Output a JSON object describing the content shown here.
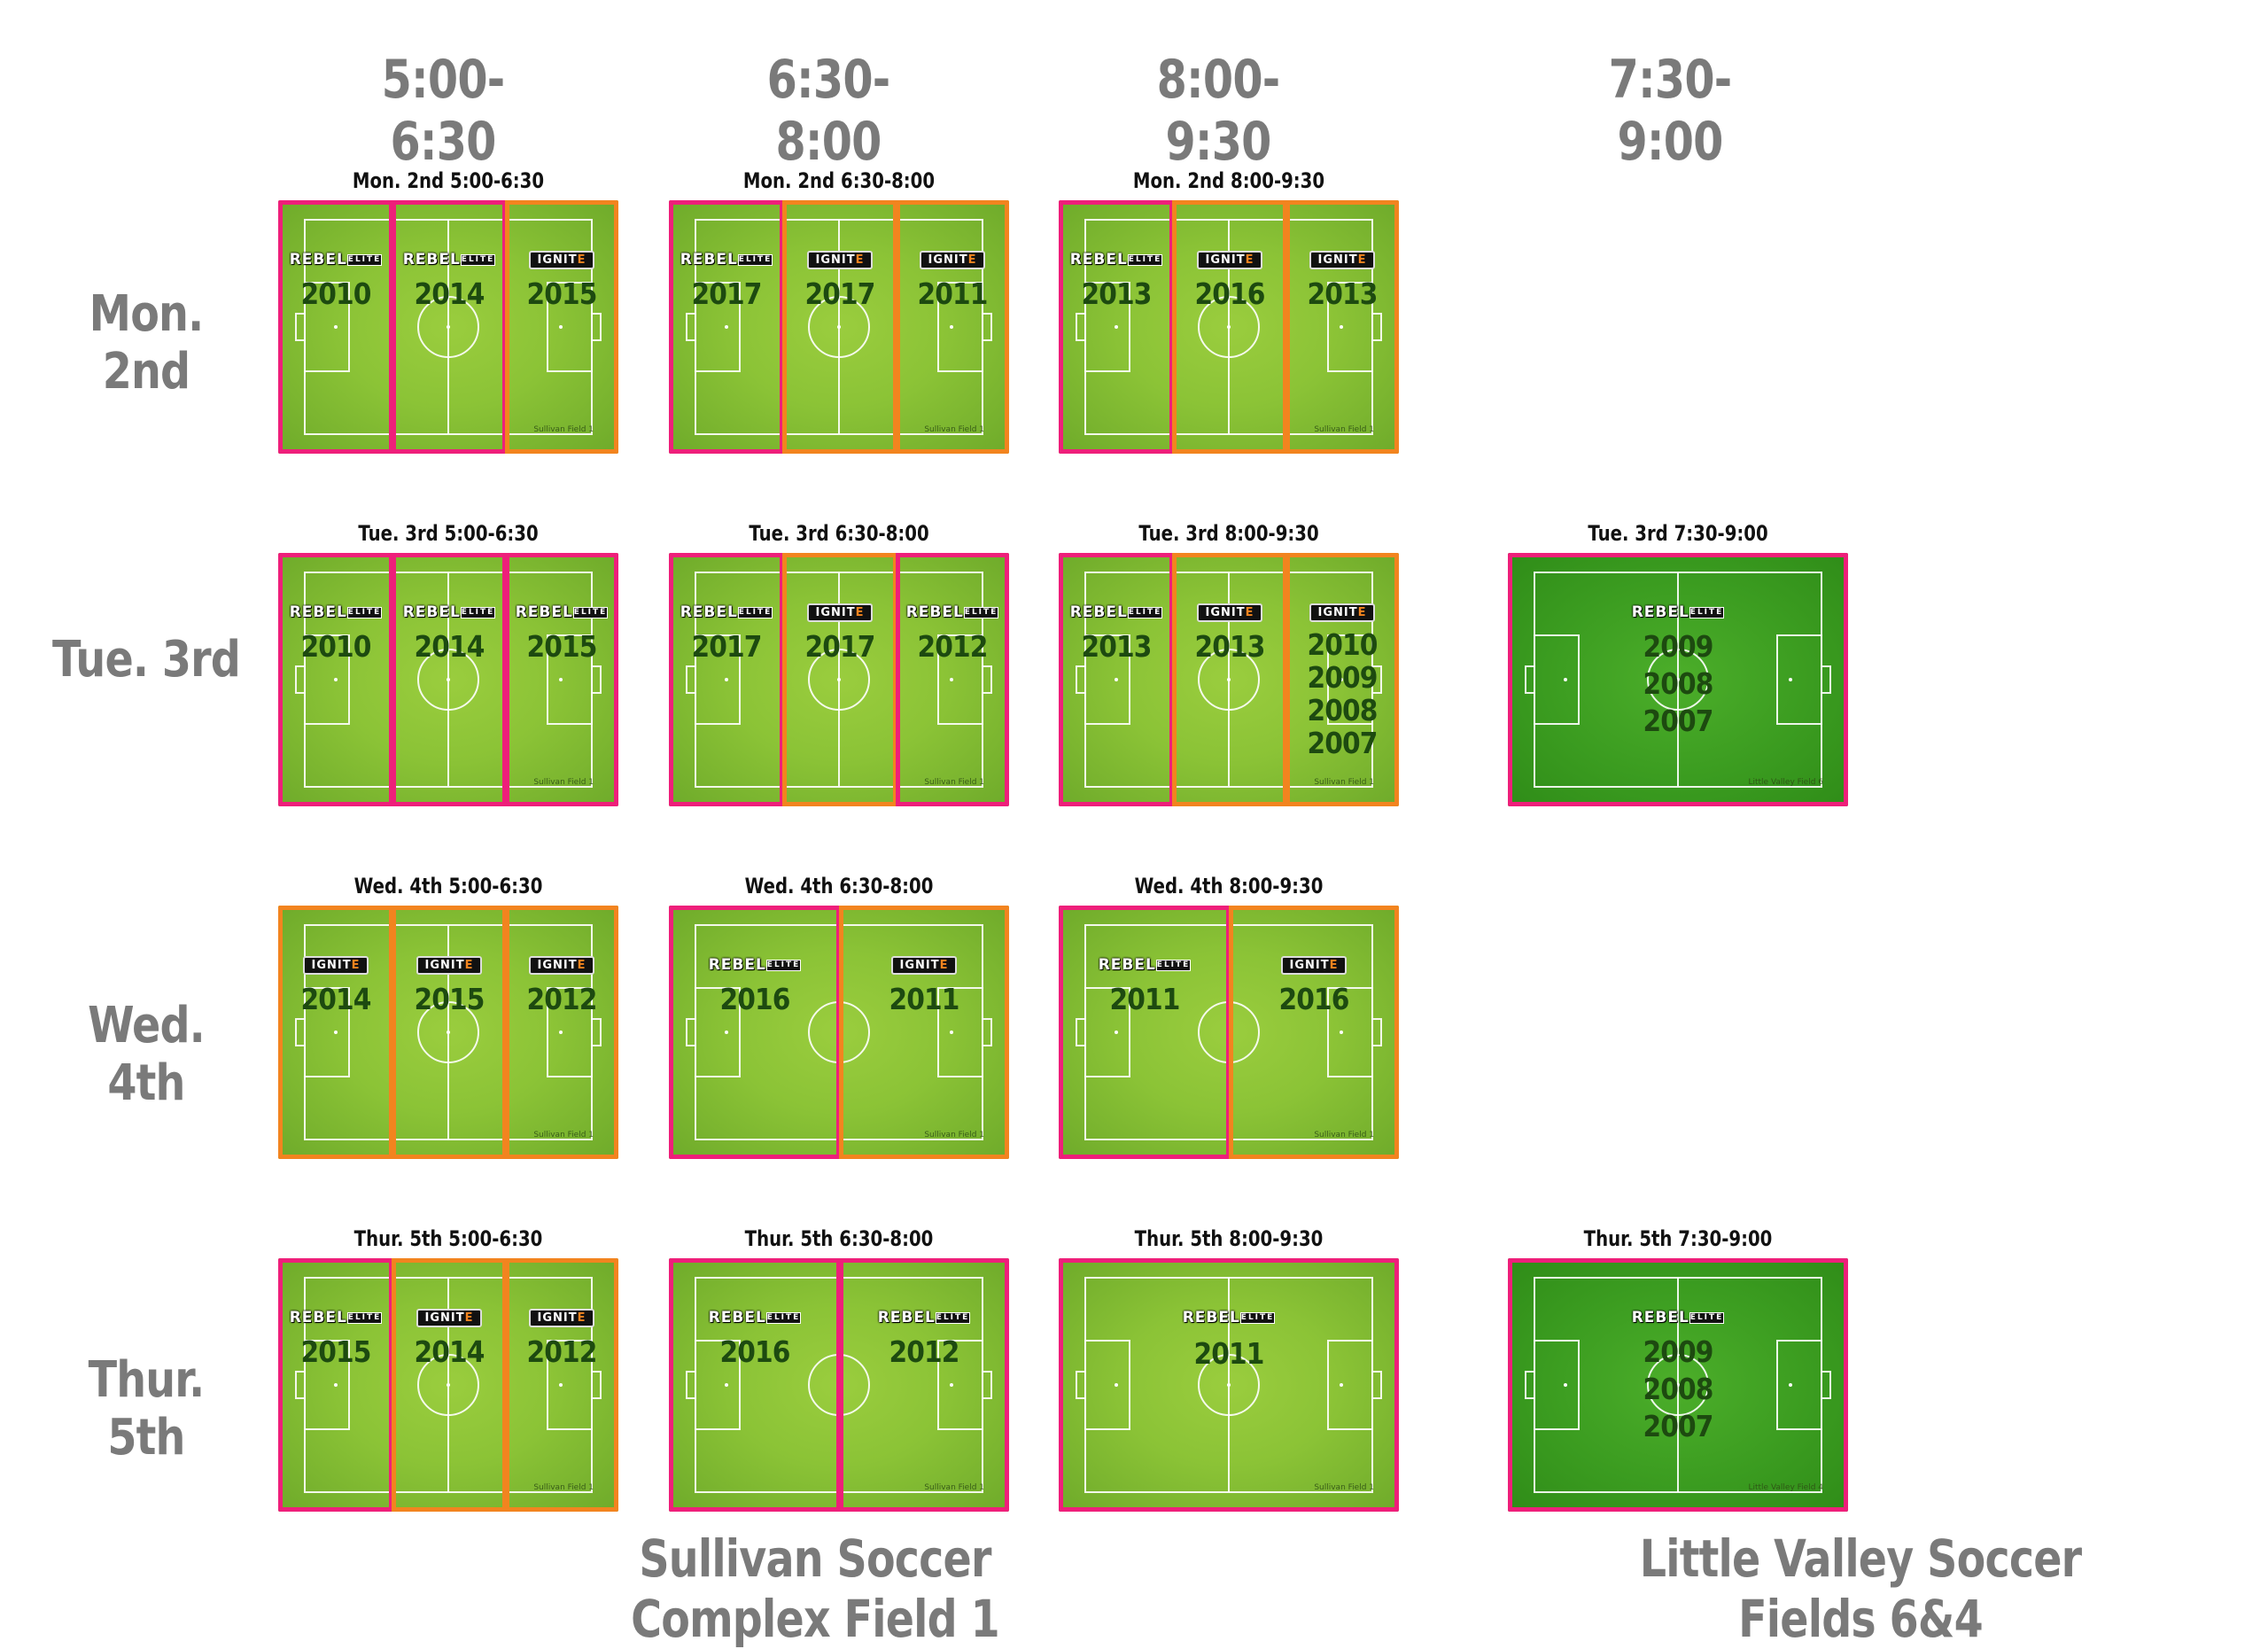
{
  "slot_headers": [
    "5:00-6:30",
    "6:30-8:00",
    "8:00-9:30",
    "7:30-9:00"
  ],
  "days": [
    {
      "label": "Mon. 2nd",
      "cards": [
        {
          "title": "Mon. 2nd 5:00-6:30",
          "field_tag": "Sullivan Field 1",
          "sections": [
            {
              "logo": "rebel",
              "years": [
                "2010"
              ]
            },
            {
              "logo": "rebel",
              "years": [
                "2014"
              ]
            },
            {
              "logo": "ignite",
              "years": [
                "2015"
              ]
            }
          ]
        },
        {
          "title": "Mon. 2nd 6:30-8:00",
          "field_tag": "Sullivan Field 1",
          "sections": [
            {
              "logo": "rebel",
              "years": [
                "2017"
              ]
            },
            {
              "logo": "ignite",
              "years": [
                "2017"
              ]
            },
            {
              "logo": "ignite",
              "years": [
                "2011"
              ]
            }
          ]
        },
        {
          "title": "Mon. 2nd 8:00-9:30",
          "field_tag": "Sullivan Field 1",
          "sections": [
            {
              "logo": "rebel",
              "years": [
                "2013"
              ]
            },
            {
              "logo": "ignite",
              "years": [
                "2016"
              ]
            },
            {
              "logo": "ignite",
              "years": [
                "2013"
              ]
            }
          ]
        }
      ]
    },
    {
      "label": "Tue. 3rd",
      "cards": [
        {
          "title": "Tue. 3rd 5:00-6:30",
          "field_tag": "Sullivan Field 1",
          "sections": [
            {
              "logo": "rebel",
              "years": [
                "2010"
              ]
            },
            {
              "logo": "rebel",
              "years": [
                "2014"
              ]
            },
            {
              "logo": "rebel",
              "years": [
                "2015"
              ]
            }
          ]
        },
        {
          "title": "Tue. 3rd 6:30-8:00",
          "field_tag": "Sullivan Field 1",
          "sections": [
            {
              "logo": "rebel",
              "years": [
                "2017"
              ]
            },
            {
              "logo": "ignite",
              "years": [
                "2017"
              ]
            },
            {
              "logo": "rebel",
              "years": [
                "2012"
              ]
            }
          ]
        },
        {
          "title": "Tue. 3rd 8:00-9:30",
          "field_tag": "Sullivan Field 1",
          "sections": [
            {
              "logo": "rebel",
              "years": [
                "2013"
              ]
            },
            {
              "logo": "ignite",
              "years": [
                "2013"
              ]
            },
            {
              "logo": "ignite",
              "years": [
                "2010",
                "2009",
                "2008",
                "2007"
              ]
            }
          ]
        },
        {
          "title": "Tue. 3rd 7:30-9:00",
          "field_tag": "Little Valley Field 6",
          "sections": [
            {
              "logo": "rebel",
              "years": [
                "2009",
                "2008",
                "2007"
              ]
            }
          ]
        }
      ]
    },
    {
      "label": "Wed. 4th",
      "cards": [
        {
          "title": "Wed. 4th 5:00-6:30",
          "field_tag": "Sullivan Field 1",
          "sections": [
            {
              "logo": "ignite",
              "years": [
                "2014"
              ]
            },
            {
              "logo": "ignite",
              "years": [
                "2015"
              ]
            },
            {
              "logo": "ignite",
              "years": [
                "2012"
              ]
            }
          ]
        },
        {
          "title": "Wed. 4th 6:30-8:00",
          "field_tag": "Sullivan Field 1",
          "sections": [
            {
              "logo": "rebel",
              "years": [
                "2016"
              ]
            },
            {
              "logo": "ignite",
              "years": [
                "2011"
              ]
            }
          ]
        },
        {
          "title": "Wed. 4th 8:00-9:30",
          "field_tag": "Sullivan Field 1",
          "sections": [
            {
              "logo": "rebel",
              "years": [
                "2011"
              ]
            },
            {
              "logo": "ignite",
              "years": [
                "2016"
              ]
            }
          ]
        }
      ]
    },
    {
      "label": "Thur. 5th",
      "cards": [
        {
          "title": "Thur. 5th 5:00-6:30",
          "field_tag": "Sullivan Field 1",
          "sections": [
            {
              "logo": "rebel",
              "years": [
                "2015"
              ]
            },
            {
              "logo": "ignite",
              "years": [
                "2014"
              ]
            },
            {
              "logo": "ignite",
              "years": [
                "2012"
              ]
            }
          ]
        },
        {
          "title": "Thur. 5th 6:30-8:00",
          "field_tag": "Sullivan Field 1",
          "sections": [
            {
              "logo": "rebel",
              "years": [
                "2016"
              ]
            },
            {
              "logo": "rebel",
              "years": [
                "2012"
              ]
            }
          ]
        },
        {
          "title": "Thur. 5th 8:00-9:30",
          "field_tag": "Sullivan Field 1",
          "sections": [
            {
              "logo": "rebel",
              "years": [
                "2011"
              ]
            }
          ]
        },
        {
          "title": "Thur. 5th 7:30-9:00",
          "field_tag": "Little Valley Field 4",
          "sections": [
            {
              "logo": "rebel",
              "years": [
                "2009",
                "2008",
                "2007"
              ]
            }
          ]
        }
      ]
    }
  ],
  "logos": {
    "rebel": {
      "text": "REBEL",
      "sub": "ELITE",
      "color": "#ee1f7a"
    },
    "ignite": {
      "text": "IGNIT",
      "accent": "E",
      "color": "#f2841f"
    }
  },
  "footer": {
    "left": "Sullivan Soccer Complex Field 1",
    "right": "Little Valley Soccer Fields 6&4"
  }
}
